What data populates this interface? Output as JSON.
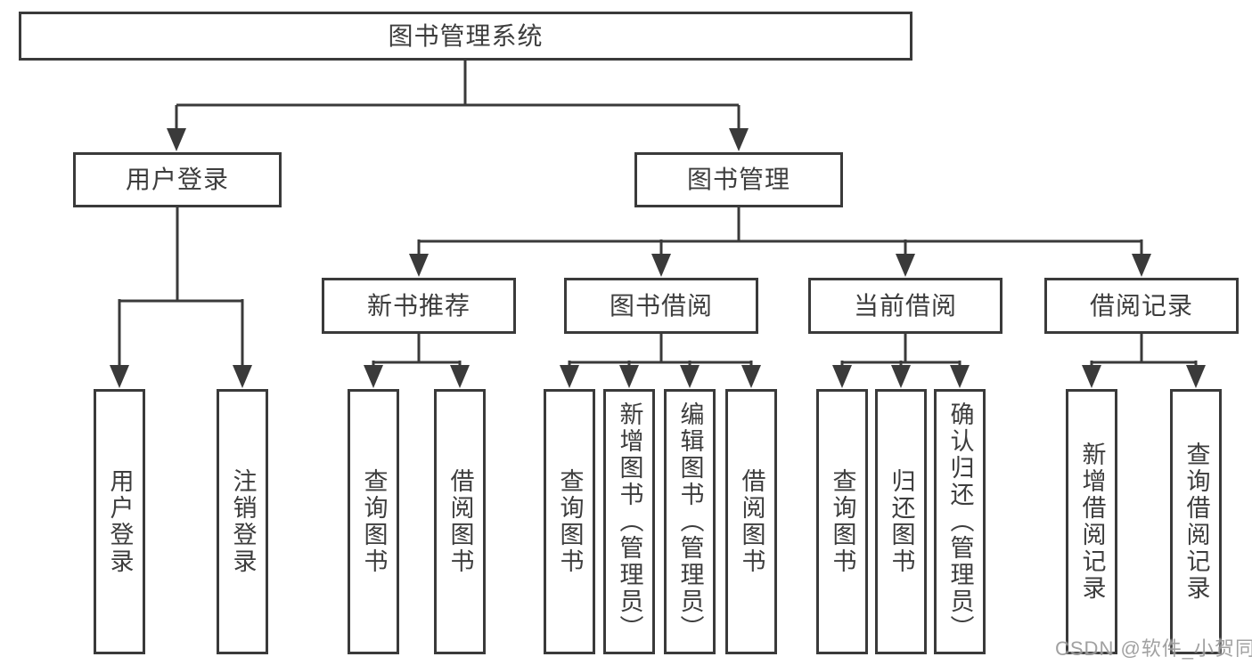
{
  "palette": {
    "line": "#3a3a3a",
    "text": "#3d3d3d",
    "watermark": "#919191",
    "background": "#ffffff"
  },
  "nodes": {
    "root": {
      "label": "图书管理系统"
    },
    "user_login": {
      "label": "用户登录"
    },
    "book_mgmt": {
      "label": "图书管理"
    },
    "new_book_recommend": {
      "label": "新书推荐"
    },
    "book_borrow": {
      "label": "图书借阅"
    },
    "current_borrow": {
      "label": "当前借阅"
    },
    "borrow_records": {
      "label": "借阅记录"
    },
    "leaf_user_login": {
      "label": "用户登录"
    },
    "leaf_logout": {
      "label": "注销登录"
    },
    "leaf_nb_query": {
      "label": "查询图书"
    },
    "leaf_nb_borrow": {
      "label": "借阅图书"
    },
    "leaf_bb_query": {
      "label": "查询图书"
    },
    "leaf_bb_add": {
      "label": "新增图书（管理员）"
    },
    "leaf_bb_edit": {
      "label": "编辑图书（管理员）"
    },
    "leaf_bb_borrow": {
      "label": "借阅图书"
    },
    "leaf_cb_query": {
      "label": "查询图书"
    },
    "leaf_cb_return": {
      "label": "归还图书"
    },
    "leaf_cb_confirm": {
      "label": "确认归还（管理员）"
    },
    "leaf_br_add": {
      "label": "新增借阅记录"
    },
    "leaf_br_query": {
      "label": "查询借阅记录"
    }
  },
  "watermark": {
    "text": "CSDN @软件_小贺同学"
  }
}
